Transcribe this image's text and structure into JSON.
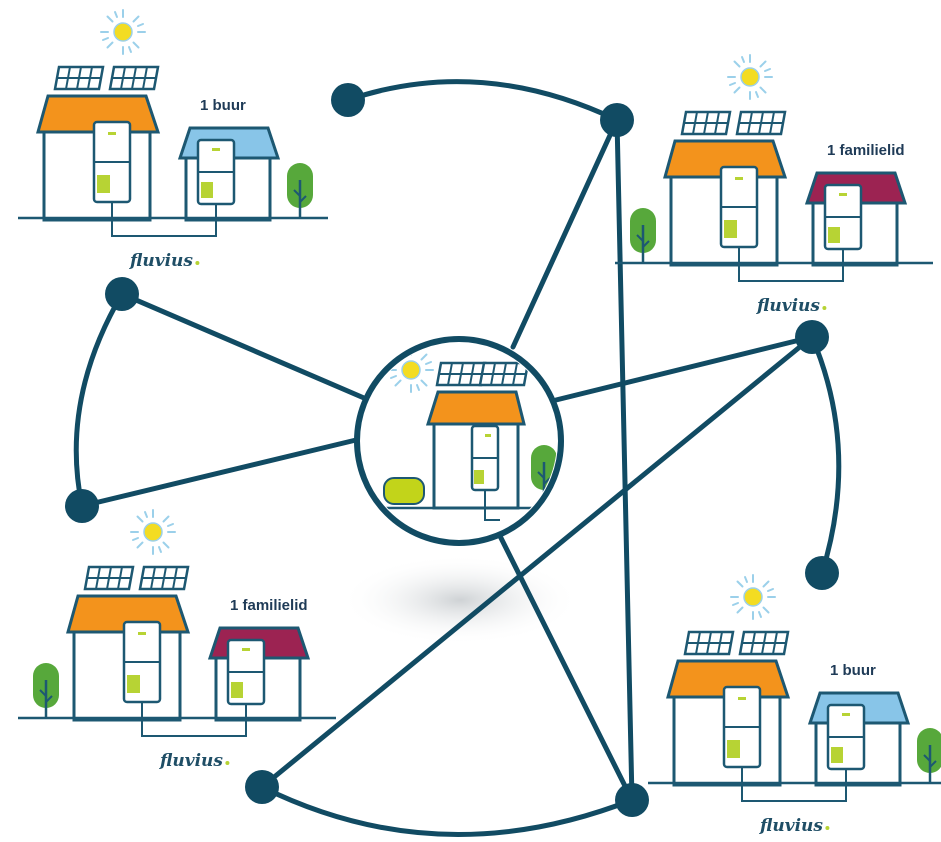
{
  "colors": {
    "network": "#114b63",
    "outline": "#1d5872",
    "roof_main": "#f3931c",
    "roof_neighbour": "#88c5e8",
    "roof_family": "#9c2352",
    "solar_panel": "#1d5872",
    "sun": "#f3dc22",
    "sun_rays": "#9bd0ea",
    "meter_light": "#b7d334",
    "tree": "#57a83b",
    "hedge": "#c2d41a",
    "shadow": "#d5d8da"
  },
  "icons": {
    "sun": "sun-icon",
    "solar_panel": "solar-panel-icon",
    "house": "house-icon",
    "tree": "tree-icon",
    "meter": "energy-meter-icon"
  },
  "groups": [
    {
      "id": "top-left",
      "label": "1 buur",
      "brand": "fluvius",
      "relation": "neighbour"
    },
    {
      "id": "top-right",
      "label": "1 familielid",
      "brand": "fluvius",
      "relation": "family"
    },
    {
      "id": "bottom-left",
      "label": "1 familielid",
      "brand": "fluvius",
      "relation": "family"
    },
    {
      "id": "bottom-right",
      "label": "1 buur",
      "brand": "fluvius",
      "relation": "neighbour"
    }
  ],
  "center": {
    "name": "central-producer-house"
  }
}
